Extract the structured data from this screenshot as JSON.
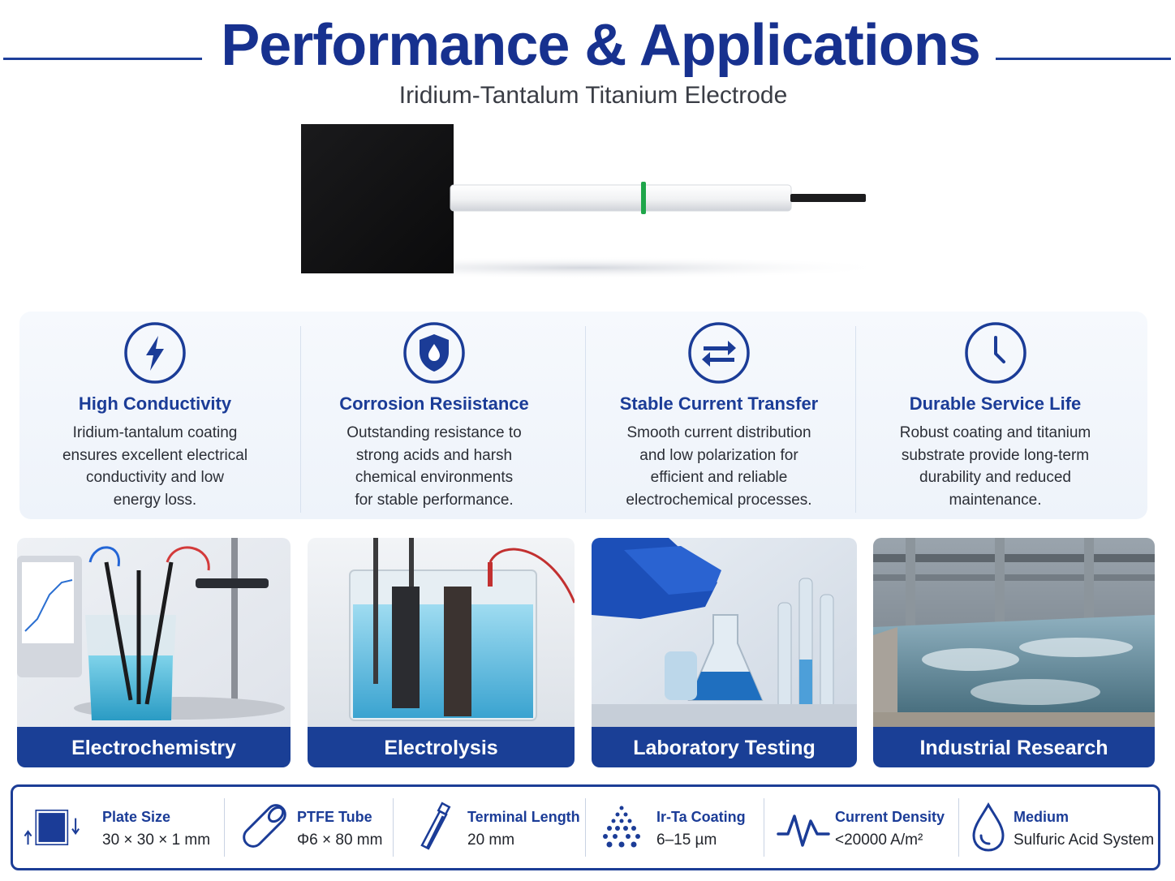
{
  "header": {
    "title": "Performance & Applications",
    "subtitle": "Iridium-Tantalum Titanium Electrode"
  },
  "features": [
    {
      "icon": "lightning-icon",
      "title": "High Conductivity",
      "lines": [
        "Iridium-tantalum coating",
        "ensures excellent electrical",
        "conductivity and low",
        "energy loss."
      ]
    },
    {
      "icon": "shield-droplet-icon",
      "title": "Corrosion Resiistance",
      "lines": [
        "Outstanding resistance to",
        "strong acids and harsh",
        "chemical environments",
        "for stable performance."
      ]
    },
    {
      "icon": "exchange-arrows-icon",
      "title": "Stable Current Transfer",
      "lines": [
        "Smooth current distribution",
        "and low polarization for",
        "efficient and reliable",
        "electrochemical processes."
      ]
    },
    {
      "icon": "clock-icon",
      "title": "Durable Service Life",
      "lines": [
        "Robust coating and titanium",
        "substrate provide long-term",
        "durability and reduced",
        "maintenance."
      ]
    }
  ],
  "applications": [
    {
      "label": "Electrochemistry"
    },
    {
      "label": "Electrolysis"
    },
    {
      "label": "Laboratory Testing"
    },
    {
      "label": "Industrial Research"
    }
  ],
  "specs": [
    {
      "icon": "plate-size-icon",
      "name": "Plate Size",
      "value": "30 × 30 × 1 mm"
    },
    {
      "icon": "tube-icon",
      "name": "PTFE Tube",
      "value": "Φ6 × 80 mm"
    },
    {
      "icon": "terminal-icon",
      "name": "Terminal Length",
      "value": "20 mm"
    },
    {
      "icon": "coating-dots-icon",
      "name": "Ir-Ta Coating",
      "value": "6–15 µm"
    },
    {
      "icon": "waveform-icon",
      "name": "Current Density",
      "value": "<20000  A/m²"
    },
    {
      "icon": "droplet-icon",
      "name": "Medium",
      "value": "Sulfuric Acid System"
    }
  ],
  "colors": {
    "brand_blue": "#17318f",
    "accent_blue": "#1a3f96",
    "band_green": "#1fa64a"
  }
}
